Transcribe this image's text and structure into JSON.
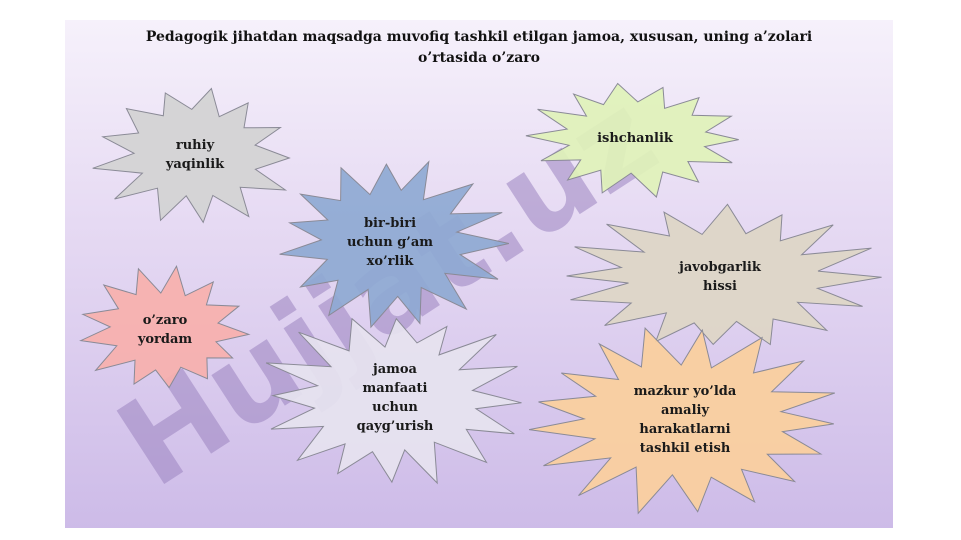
{
  "title": {
    "line1": "Pedagogik jihatdan maqsadga muvofiq tashkil etilgan jamoa, xususan, uning a’zolari",
    "line2": "o’rtasida o’zaro"
  },
  "watermark": {
    "text": "Hujjat.uz",
    "color": "#9a84c0"
  },
  "stars": [
    {
      "id": "ruhiy",
      "lines": [
        "ruhiy",
        "yaqinlik"
      ],
      "fill": "#d2d2d2"
    },
    {
      "id": "ishchanlik",
      "lines": [
        "ishchanlik"
      ],
      "fill": "#dff2b8"
    },
    {
      "id": "bir-biri",
      "lines": [
        "bir-biri",
        "uchun g’am",
        "xo’rlik"
      ],
      "fill": "#8ea9d2"
    },
    {
      "id": "javobgarlik",
      "lines": [
        "javobgarlik",
        "hissi"
      ],
      "fill": "#ddd6c5"
    },
    {
      "id": "ozaro-yordam",
      "lines": [
        "o’zaro",
        "yordam"
      ],
      "fill": "#f7b0ac"
    },
    {
      "id": "jamoa",
      "lines": [
        "jamoa",
        "manfaati",
        "uchun",
        "qayg’urish"
      ],
      "fill": "#e6e3ef"
    },
    {
      "id": "mazkur",
      "lines": [
        "mazkur yo’lda",
        "amaliy",
        "harakatlarni",
        "tashkil etish"
      ],
      "fill": "#fbcf9c"
    }
  ]
}
